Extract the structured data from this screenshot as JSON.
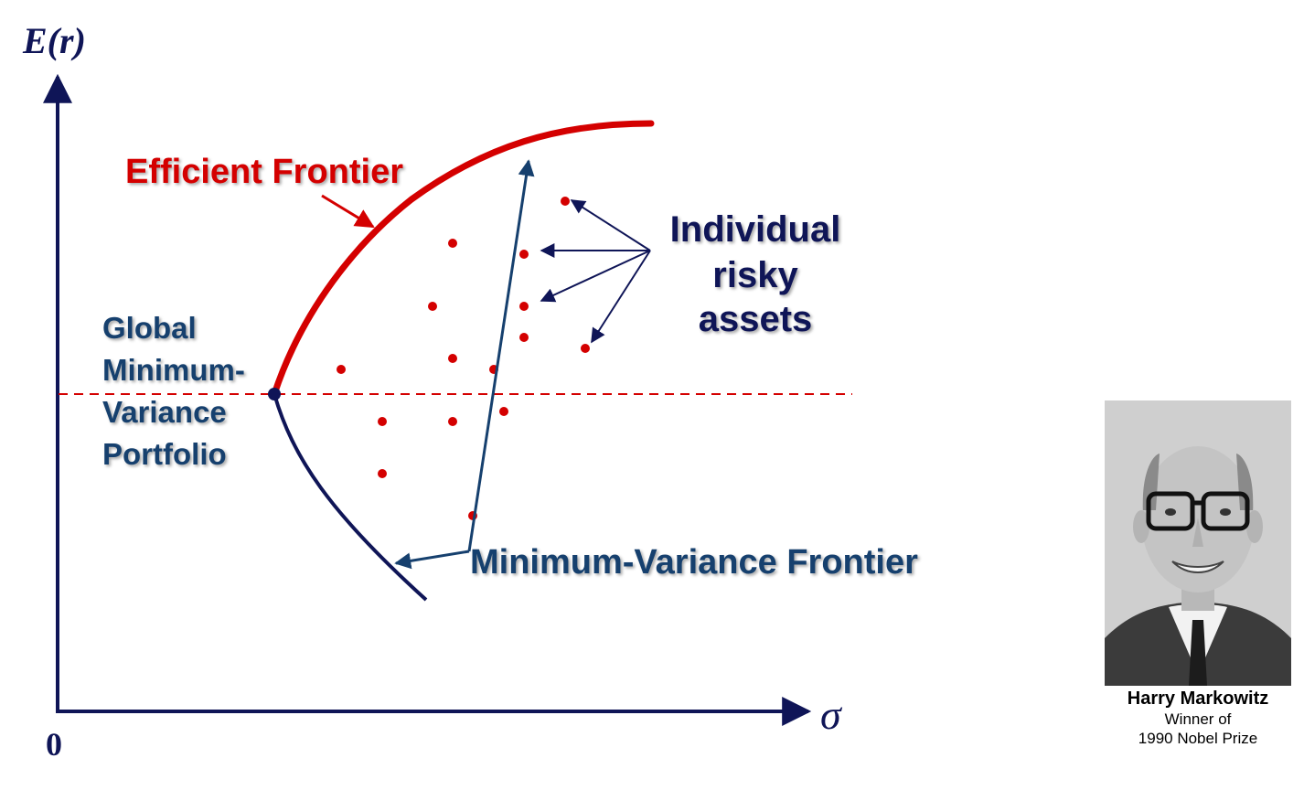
{
  "axes": {
    "y_label": "E(r)",
    "x_label": "σ",
    "origin_label": "0"
  },
  "labels": {
    "efficient_frontier": "Efficient Frontier",
    "gmv_line1": "Global",
    "gmv_line2": "Minimum-",
    "gmv_line3": "Variance",
    "gmv_line4": "Portfolio",
    "assets_line1": "Individual",
    "assets_line2": "risky",
    "assets_line3": "assets",
    "mvf": "Minimum-Variance Frontier"
  },
  "caption": {
    "name": "Harry Markowitz",
    "line2": "Winner of",
    "line3": "1990 Nobel Prize"
  },
  "colors": {
    "navy": "#0f1557",
    "red": "#d40000",
    "teal_blue": "#16406e",
    "dot": "#d40000"
  }
}
